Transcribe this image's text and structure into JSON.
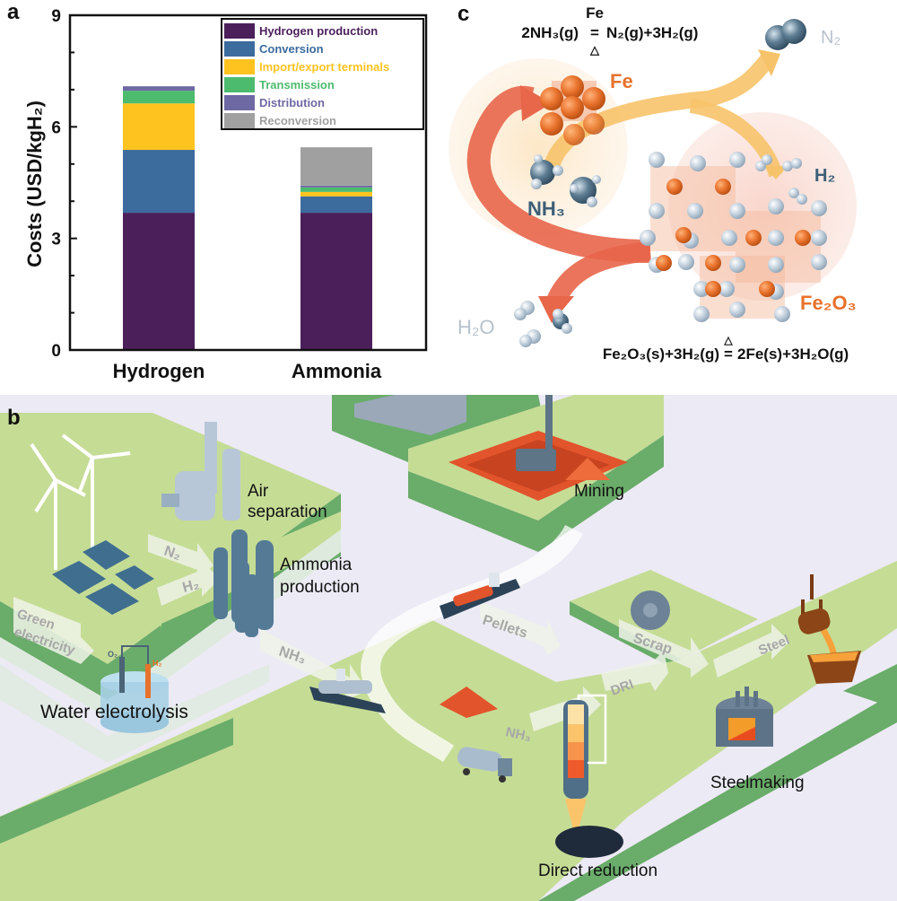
{
  "panels": {
    "a": {
      "letter": "a"
    },
    "b": {
      "letter": "b"
    },
    "c": {
      "letter": "c"
    }
  },
  "chart_data": {
    "type": "bar",
    "stacked": true,
    "title": "",
    "xlabel": "",
    "ylabel": "Costs (USD/kgH₂)",
    "ylim": [
      0,
      9
    ],
    "yticks": [
      0,
      3,
      6,
      9
    ],
    "categories": [
      "Hydrogen",
      "Ammonia"
    ],
    "legend_position": "top-right",
    "series": [
      {
        "name": "Hydrogen production",
        "color": "#4b1f5a",
        "values": [
          3.69,
          3.69
        ]
      },
      {
        "name": "Conversion",
        "color": "#3c6b9e",
        "values": [
          1.69,
          0.44
        ]
      },
      {
        "name": "Import/export terminals",
        "color": "#ffc31f",
        "values": [
          1.25,
          0.12
        ]
      },
      {
        "name": "Transmission",
        "color": "#4dbb6e",
        "values": [
          0.34,
          0.12
        ]
      },
      {
        "name": "Distribution",
        "color": "#6e69a3",
        "values": [
          0.12,
          0.05
        ]
      },
      {
        "name": "Reconversion",
        "color": "#a0a0a0",
        "values": [
          0.0,
          1.03
        ]
      }
    ]
  },
  "panel_c": {
    "eq1": {
      "catalyst": "Fe",
      "lhs": "2NH₃(g)",
      "sign": "=",
      "heat": "△",
      "rhs": "N₂(g)+3H₂(g)"
    },
    "eq2": {
      "lhs": "Fe₂O₃(s)+3H₂(g)",
      "heat": "△",
      "sign": "=",
      "rhs": "2Fe(s)+3H₂O(g)"
    },
    "labels": {
      "fe": "Fe",
      "n2": "N₂",
      "h2": "H₂",
      "nh3": "NH₃",
      "fe2o3": "Fe₂O₃",
      "h2o": "H₂O"
    },
    "colors": {
      "iron": "#e8722c",
      "arrow_red": "#e8664a",
      "arrow_yellow": "#f7c36a",
      "molecule": "#3d5f78",
      "label_grey": "#b8c2cc"
    }
  },
  "panel_b": {
    "stations": {
      "air_separation": "Air\nseparation",
      "air_separation_l1": "Air",
      "air_separation_l2": "separation",
      "ammonia_l1": "Ammonia",
      "ammonia_l2": "production",
      "water_electrolysis": "Water electrolysis",
      "mining": "Mining",
      "direct_reduction": "Direct reduction",
      "steelmaking": "Steelmaking"
    },
    "flows": {
      "green_l1": "Green",
      "green_l2": "electricity",
      "n2": "N₂",
      "h2": "H₂",
      "nh3_top": "NH₃",
      "nh3_bottom": "NH₃",
      "pellets": "Pellets",
      "scrap": "Scrap",
      "dri": "DRI",
      "steel": "Steel"
    },
    "electrode_labels": {
      "o2": "O₂",
      "h2": "H₂"
    },
    "colors": {
      "ground_top": "#c5dc95",
      "ground_side": "#6aac6a",
      "background": "#e9e9f3",
      "flow": "#eef3e8",
      "ore": "#e2542c"
    }
  }
}
